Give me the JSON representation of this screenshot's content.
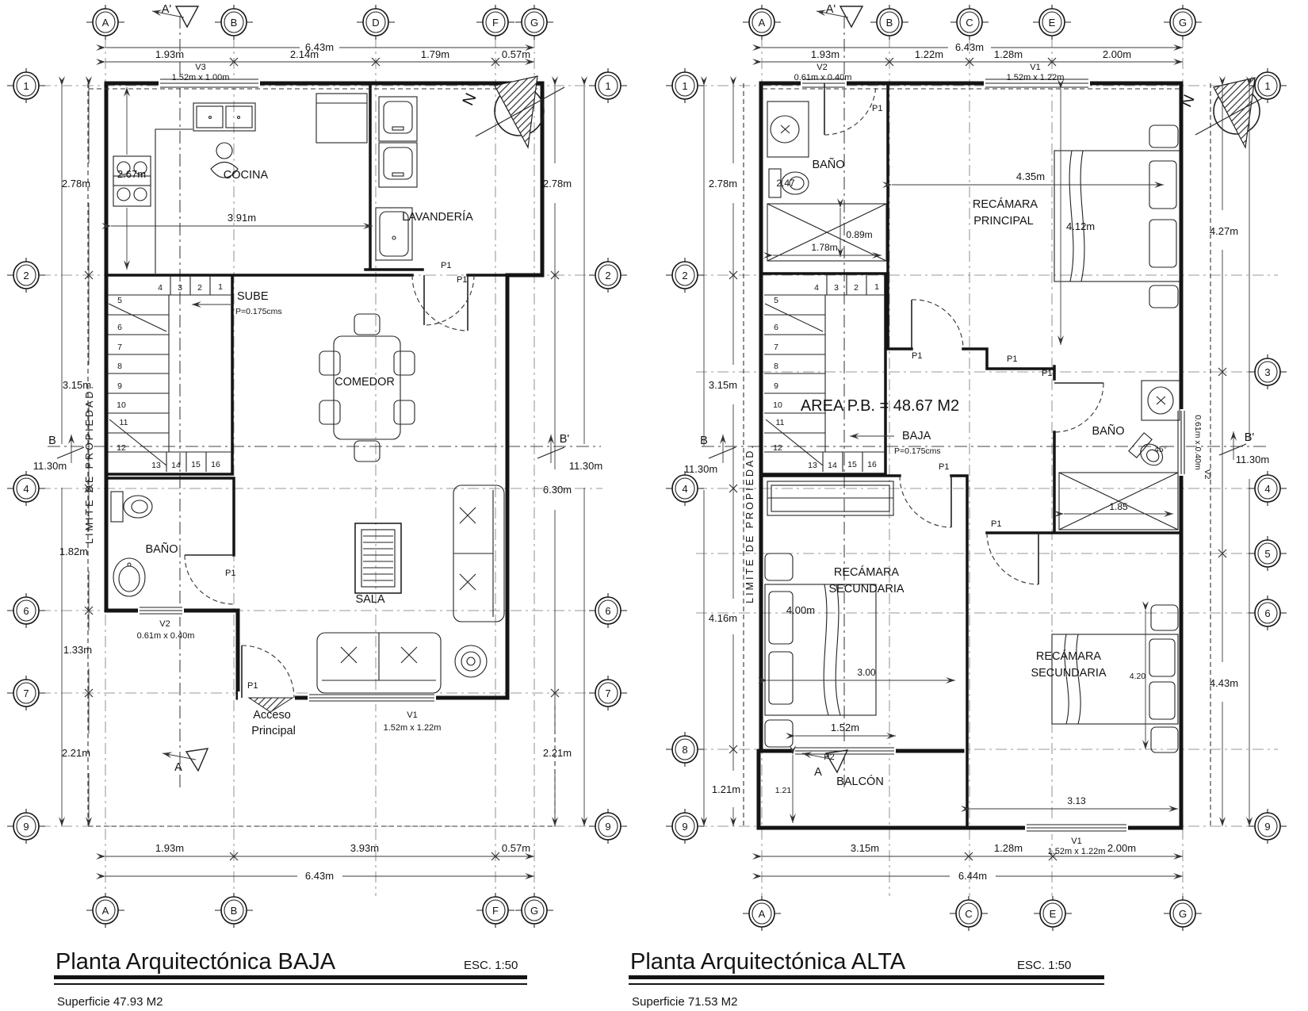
{
  "stairs": [
    "1",
    "2",
    "3",
    "4",
    "5",
    "6",
    "7",
    "8",
    "9",
    "10",
    "11",
    "12",
    "13",
    "14",
    "15",
    "16"
  ],
  "baja": {
    "title": "Planta Arquitectónica BAJA",
    "esc": "ESC. 1:50",
    "superficie": "Superficie  47.93 M2",
    "bubbles_top": [
      "A",
      "B",
      "D",
      "F",
      "G"
    ],
    "bubbles_bottom": [
      "A",
      "B",
      "F",
      "G"
    ],
    "bubbles_left": [
      "1",
      "2",
      "4",
      "6",
      "7",
      "9"
    ],
    "bubbles_right": [
      "1",
      "2",
      "6",
      "7",
      "9"
    ],
    "dim_total_top": "6.43m",
    "dims_top": [
      "1.93m",
      "2.14m",
      "1.79m",
      "0.57m"
    ],
    "dim_total_bottom": "6.43m",
    "dims_bottom": [
      "1.93m",
      "3.93m",
      "0.57m"
    ],
    "dim_total_left": "11.30m",
    "dims_left": [
      "2.78m",
      "3.15m",
      "1.82m",
      "1.33m",
      "2.21m"
    ],
    "dim_total_right": "11.30m",
    "dims_right": [
      "2.78m",
      "6.30m",
      "2.21m"
    ],
    "windows": {
      "v3": "V3",
      "v3_size": "1.52m x 1.00m",
      "v2": "V2",
      "v2_size": "0.61m x 0.40m",
      "v1": "V1",
      "v1_size": "1.52m x 1.22m"
    },
    "rooms": {
      "cocina": "COCINA",
      "lavanderia": "LAVANDERÍA",
      "comedor": "COMEDOR",
      "bano": "BAÑO",
      "sala": "SALA"
    },
    "stair_label": "SUBE",
    "stair_note": "P=0.175cms",
    "door": "P1",
    "dims_inner": {
      "d391": "3.91m",
      "d267": "2.67m"
    },
    "access1": "Acceso",
    "access2": "Principal",
    "limite": "LIMITE DE PROPIEDAD.",
    "north": "N",
    "sections": {
      "a_top": "A'",
      "a_bottom": "A",
      "b_left": "B",
      "b_right": "B'"
    }
  },
  "alta": {
    "title": "Planta Arquitectónica ALTA",
    "esc": "ESC. 1:50",
    "superficie": "Superficie  71.53 M2",
    "bubbles_top": [
      "A",
      "B",
      "C",
      "E",
      "G"
    ],
    "bubbles_bottom": [
      "A",
      "C",
      "E",
      "G"
    ],
    "bubbles_left": [
      "1",
      "2",
      "4",
      "8",
      "9"
    ],
    "bubbles_right": [
      "1",
      "3",
      "4",
      "5",
      "6",
      "9"
    ],
    "dim_total_top": "6.43m",
    "dims_top": [
      "1.93m",
      "1.22m",
      "1.28m",
      "2.00m"
    ],
    "dim_total_bottom": "6.44m",
    "dims_bottom": [
      "3.15m",
      "1.28m",
      "2.00m"
    ],
    "dim_total_left": "11.30m",
    "dims_left": [
      "2.78m",
      "3.15m",
      "4.16m",
      "1.21m"
    ],
    "dim_total_right": "11.30m",
    "dims_right": [
      "4.27m",
      "4.43m"
    ],
    "windows": {
      "v2": "V2",
      "v2_size": "0.61m x 0.40m",
      "v1": "V1",
      "v1_size": "1.52m x 1.22m"
    },
    "rooms": {
      "bano1": "BAÑO",
      "bano2": "BAÑO",
      "recamara1": "RECÁMARA",
      "principal": "PRINCIPAL",
      "rec2a": "RECÁMARA",
      "rec2b": "SECUNDARIA",
      "rec3a": "RECÁMARA",
      "rec3b": "SECUNDARIA",
      "balcon": "BALCÓN"
    },
    "area_note": "AREA P.B. = 48.67 M2",
    "stair_label": "BAJA",
    "stair_note": "P=0.175cms",
    "door": "P1",
    "door2": "P2",
    "dims_inner": {
      "d435": "4.35m",
      "d412": "4.12m",
      "d089": "0.89m",
      "d178": "1.78m",
      "d247": "2.47",
      "d45": "45°",
      "d185": "1.85",
      "d400": "4.00m",
      "d300": "3.00",
      "d152": "1.52m",
      "d121": "1.21",
      "d420": "4.20",
      "d313": "3.13"
    },
    "limite": "LIMITE DE PROPIEDAD.",
    "north": "N",
    "sections": {
      "a_top": "A'",
      "a_bottom": "A",
      "b_left": "B",
      "b_right": "B'"
    }
  }
}
